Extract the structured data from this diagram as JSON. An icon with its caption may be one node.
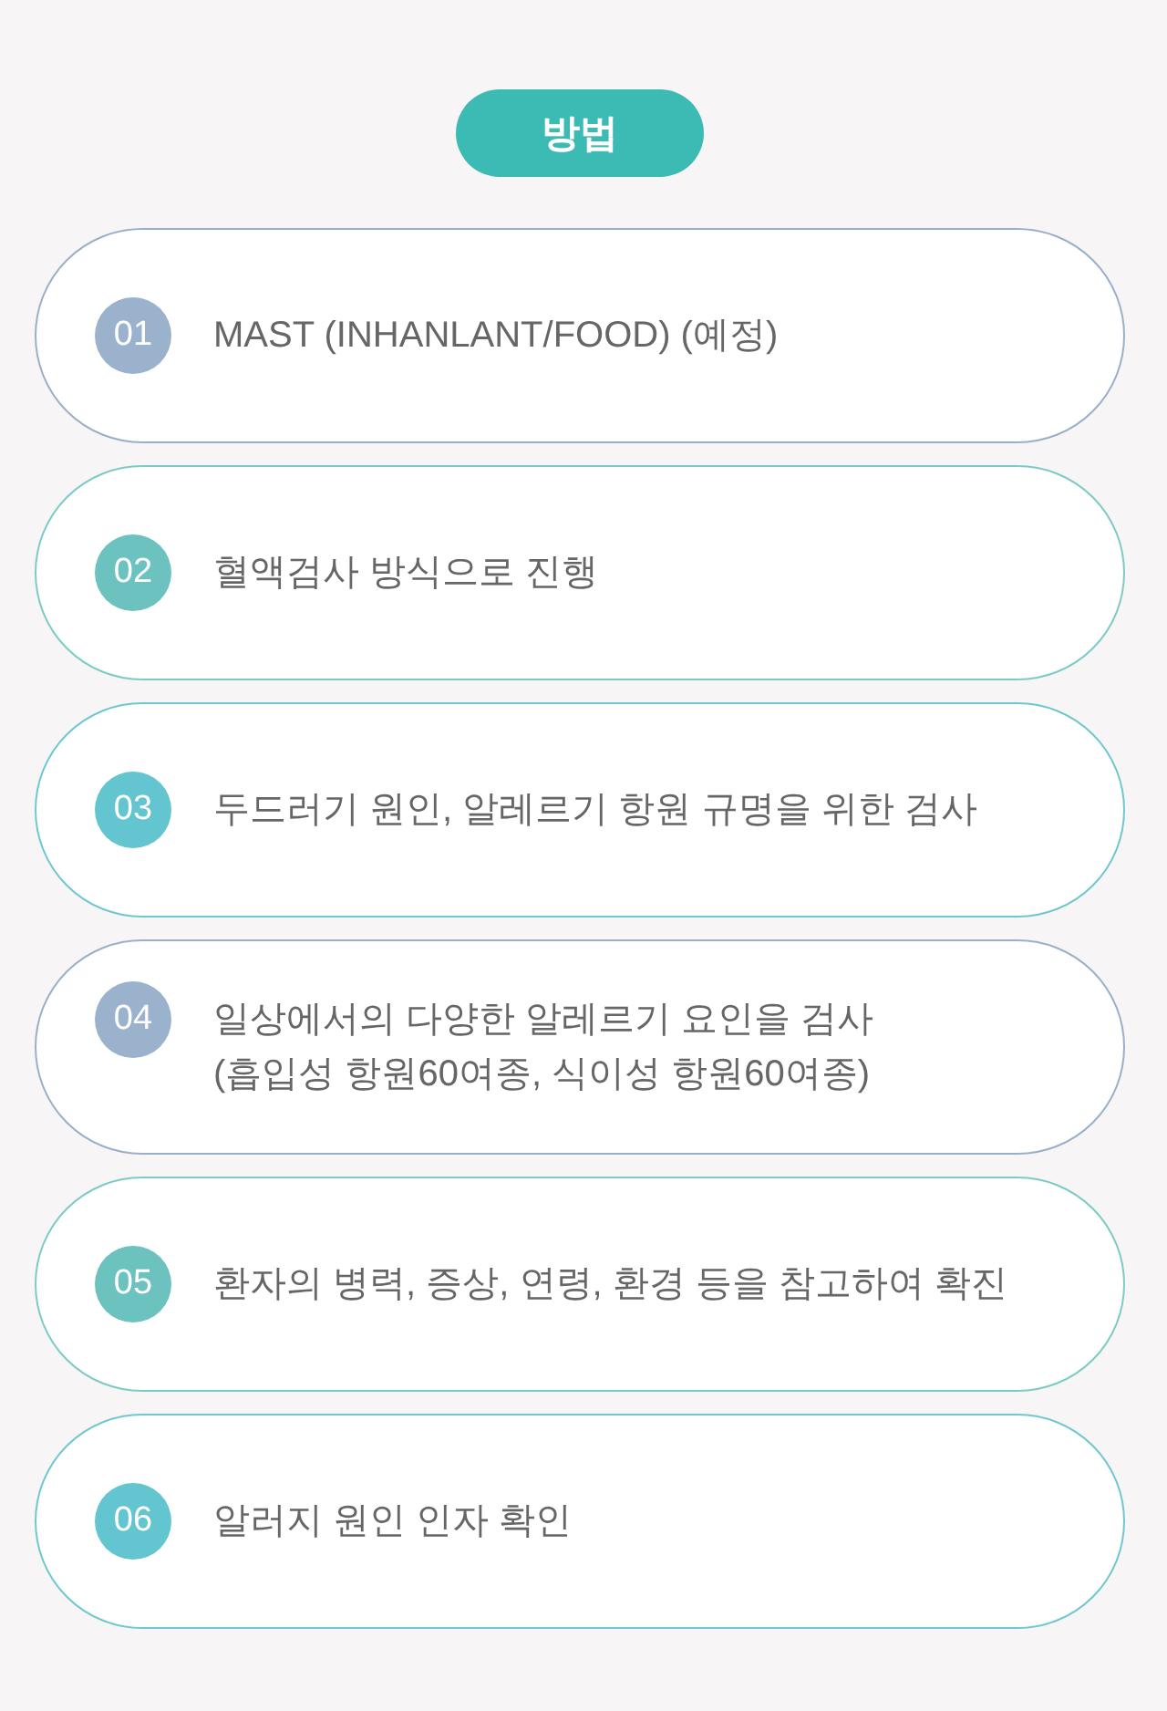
{
  "diagram": {
    "title": "방법",
    "nodes": [
      {
        "text": [
          "MAST (INHANLANT/FOOD) (예정)"
        ]
      },
      {
        "text": [
          "01"
        ],
        "in": 0
      },
      {
        "text": [
          "혈액검사 방식으로 진행"
        ]
      },
      {
        "text": [
          "02"
        ],
        "in": 2
      },
      {
        "text": [
          "두드러기 원인, 알레르기 항원 규명을 위한 검사"
        ]
      },
      {
        "text": [
          "03"
        ],
        "in": 4
      },
      {
        "text": [
          "일상에서의 다양한 알레르기 요인을 검사 (흡입성 항원60여종, 식이성 항원60여종)"
        ]
      },
      {
        "text": [
          "04"
        ],
        "in": 6
      },
      {
        "text": [
          "환자의 병력, 증상, 연령, 환경 등을 참고하여 확진"
        ]
      },
      {
        "text": [
          "05"
        ],
        "in": 8
      },
      {
        "text": [
          "알러지 원인 인자 확인"
        ]
      },
      {
        "text": [
          "06"
        ],
        "in": 10
      }
    ]
  }
}
